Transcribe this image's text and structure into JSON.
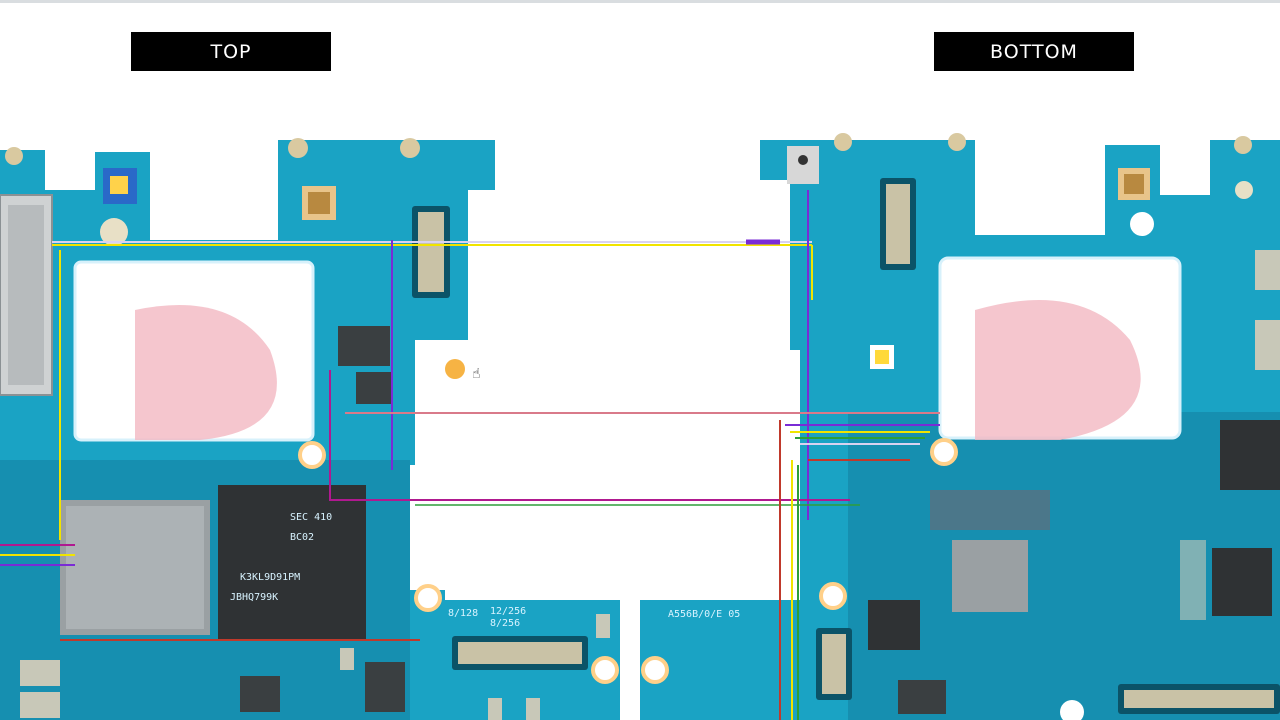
{
  "labels": {
    "top": "TOP",
    "bottom": "BOTTOM"
  },
  "silkscreen": {
    "model": "A556B/0/E 05",
    "chip_marking_1": "SEC 410",
    "chip_marking_2": "BC02",
    "chip_marking_3": "K3KL9D91PM",
    "chip_marking_4": "JBHQ799K",
    "fpc_left_a": "8/128",
    "fpc_left_b": "12/256",
    "fpc_left_c": "8/256"
  },
  "colors": {
    "pcb": "#1aa3c4",
    "pcb_dark": "#0d7e9c",
    "pad": "#c8c8b8",
    "trace_yellow": "#f1e400",
    "trace_magenta": "#b0198f",
    "trace_purple": "#7a2bd6",
    "trace_red": "#c0392b",
    "trace_green": "#2e9e3a",
    "watermark": "#e84a5f"
  },
  "icons": {
    "cursor": "hand-cursor-icon"
  }
}
